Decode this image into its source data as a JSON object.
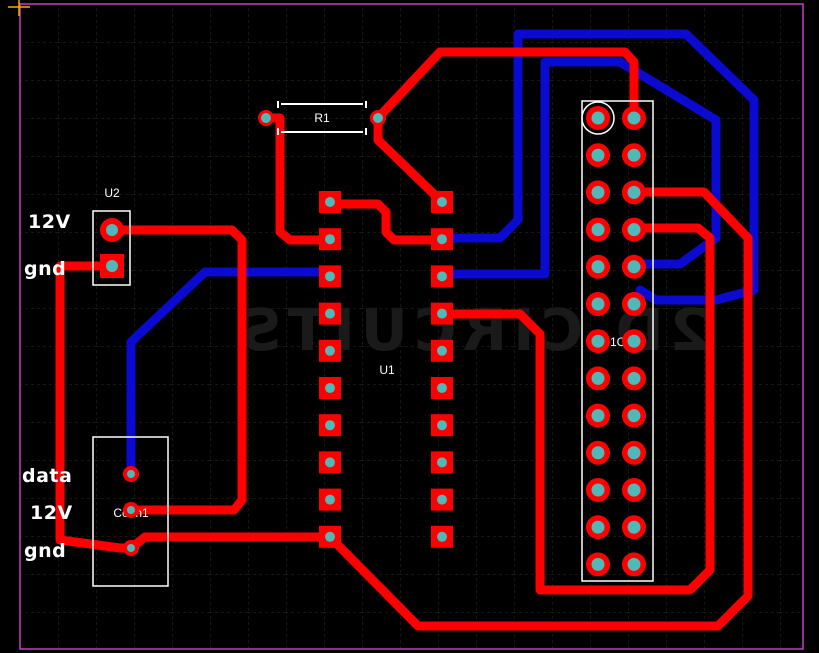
{
  "board": {
    "background": "#000000",
    "outline_color": "#c040c0",
    "grid_color": "#3a3a1a",
    "watermark": "2D CIRCUITS"
  },
  "colors": {
    "top_copper": "#ff0000",
    "bottom_copper": "#0a0ad0",
    "pad_hole": "#4fb8b8",
    "silkscreen": "#ffffff",
    "origin_marker": "#ffa500"
  },
  "components": {
    "r1": {
      "ref": "R1"
    },
    "u1": {
      "ref": "U1",
      "pin_count": 20
    },
    "u2": {
      "ref": "U2",
      "pin_count": 2
    },
    "p1c1": {
      "ref": "P1C1",
      "pin_count": 26
    },
    "conn1": {
      "ref": "Conn1",
      "pin_count": 3
    }
  },
  "labels": {
    "u2_pin1": "12V",
    "u2_pin2": "gnd",
    "conn1_pin1": "data",
    "conn1_pin2": "12V",
    "conn1_pin3": "gnd"
  }
}
